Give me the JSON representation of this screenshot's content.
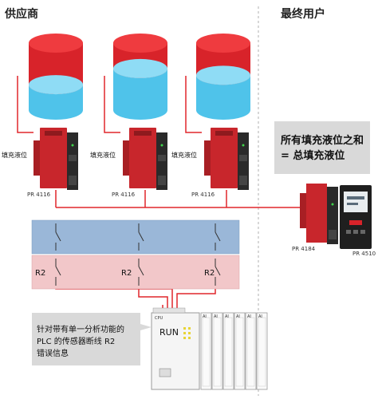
{
  "headings": {
    "supplier": "供应商",
    "end_user": "最终用户"
  },
  "fill_label": "填充液位",
  "callout_total": {
    "line1": "所有填充液位之和",
    "line2": "= 总填充液位"
  },
  "plc_note": {
    "line1": "针对带有单一分析功能的",
    "line2": "PLC 的传感器断线 R2",
    "line3": "错误信息"
  },
  "tanks": [
    {
      "fill_fraction": 0.38
    },
    {
      "fill_fraction": 0.62
    },
    {
      "fill_fraction": 0.52
    }
  ],
  "modules": [
    {
      "model": "PR 4116"
    },
    {
      "model": "PR 4116"
    },
    {
      "model": "PR 4116"
    }
  ],
  "relay_label": "R2",
  "end_devices": [
    {
      "model": "PR 4184"
    },
    {
      "model": "PR 4510"
    }
  ],
  "plc": {
    "cpu_label": "CPU",
    "run_label": "RUN",
    "io_label": "AI"
  },
  "colors": {
    "tank_empty": "#d8232a",
    "tank_liquid": "#4fc3ea",
    "wire": "#e0262b",
    "blue_band": "#9ab7d8",
    "pink_band": "#f2c7c9",
    "module_red": "#c8262c",
    "callout_bg": "#d9d9d9",
    "divider": "#b0b0b0"
  }
}
